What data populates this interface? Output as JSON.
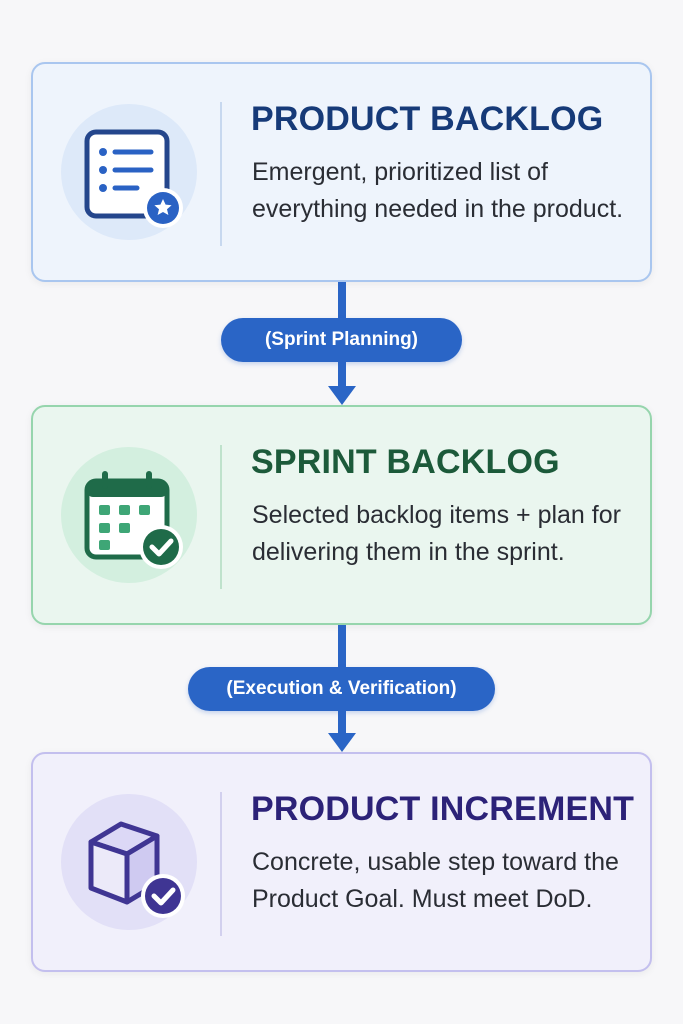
{
  "stages": [
    {
      "title": "PRODUCT BACKLOG",
      "description": "Emergent, prioritized list of everything needed in the product.",
      "icon": "backlog-list-star-icon",
      "accent": "#163a78"
    },
    {
      "title": "SPRINT BACKLOG",
      "description": "Selected backlog items + plan for delivering them in the sprint.",
      "icon": "calendar-check-icon",
      "accent": "#1c5a3a"
    },
    {
      "title": "PRODUCT INCREMENT",
      "description": "Concrete, usable step toward the Product Goal. Must meet DoD.",
      "icon": "cube-check-icon",
      "accent": "#2c2278"
    }
  ],
  "transitions": [
    {
      "label": "(Sprint Planning)"
    },
    {
      "label": "(Execution & Verification)"
    }
  ],
  "colors": {
    "pill": "#2a65c6",
    "arrow": "#2a65c6"
  }
}
